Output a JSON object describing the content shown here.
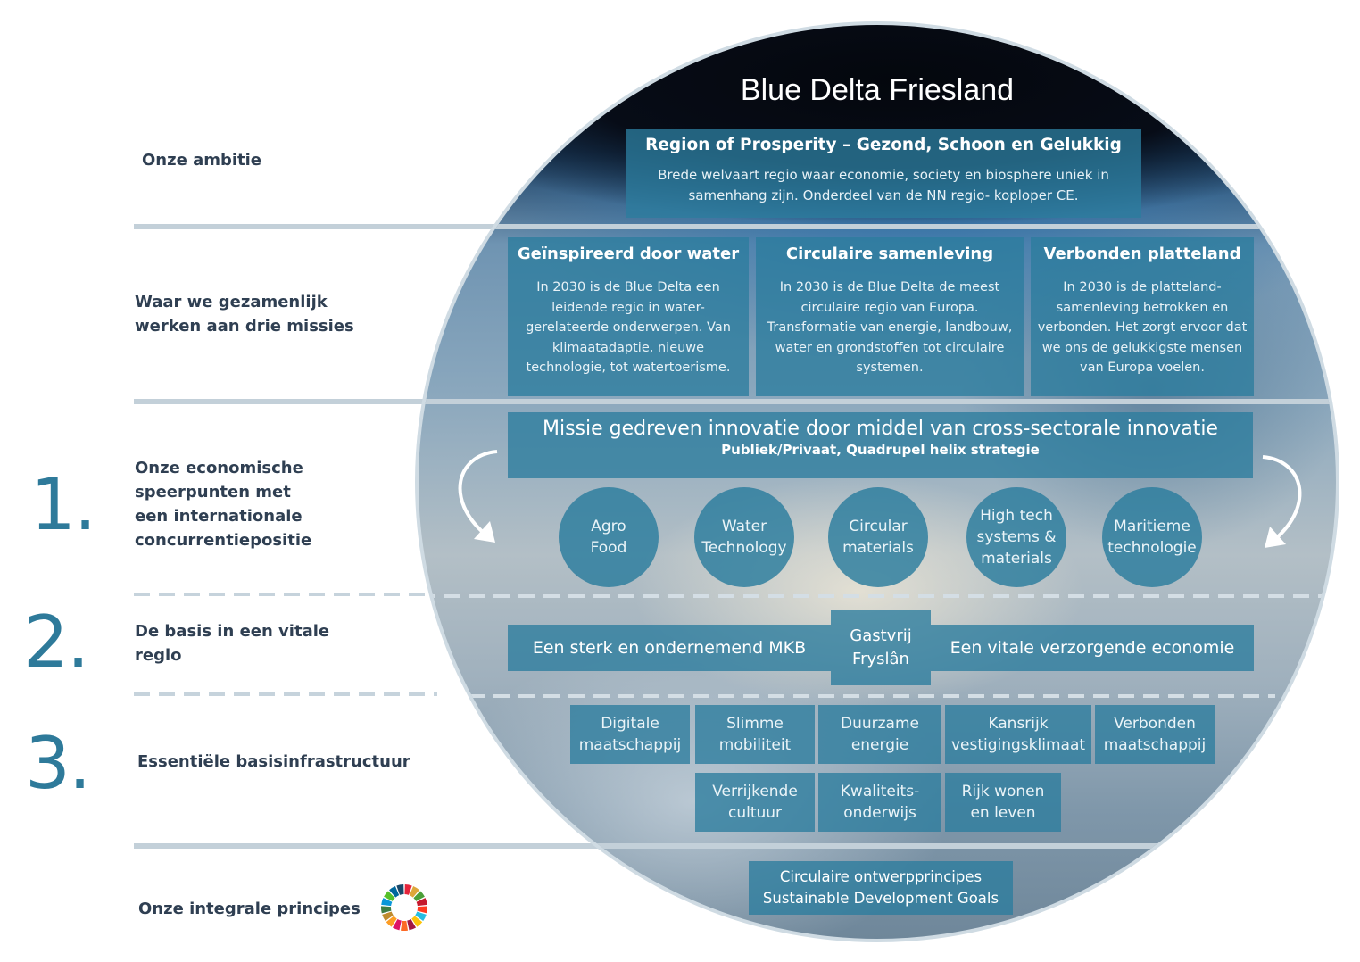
{
  "title": "Blue Delta Friesland",
  "rows": [
    {
      "number": "",
      "label": "Onze ambitie"
    },
    {
      "number": "",
      "label": "Waar we gezamenlijk\nwerken aan drie missies"
    },
    {
      "number": "1.",
      "label": "Onze economische\nspeerpunten met\neen internationale\nconcurrentiepositie"
    },
    {
      "number": "2.",
      "label": "De basis in een vitale\nregio"
    },
    {
      "number": "3.",
      "label": "Essentiële basisinfrastructuur"
    },
    {
      "number": "",
      "label": "Onze integrale principes"
    }
  ],
  "ambition": {
    "title": "Region of Prosperity – Gezond, Schoon en Gelukkig",
    "text": "Brede welvaart regio waar economie, society en biosphere uniek in samenhang zijn. Onderdeel van de NN regio- koploper CE."
  },
  "missions": [
    {
      "title": "Geïnspireerd door water",
      "text": "In 2030 is de Blue Delta een leidende regio in water-gerelateerde onderwerpen. Van klimaatadaptie, nieuwe technologie, tot watertoerisme."
    },
    {
      "title": "Circulaire samenleving",
      "text": "In 2030 is de Blue Delta de meest circulaire regio van Europa. Transformatie van energie, landbouw, water en grondstoffen tot circulaire systemen."
    },
    {
      "title": "Verbonden platteland",
      "text": "In 2030 is de platteland-samenleving betrokken en verbonden. Het zorgt ervoor dat we ons de gelukkigste mensen van Europa voelen."
    }
  ],
  "innovation": {
    "title": "Missie gedreven innovatie door middel van cross-sectorale innovatie",
    "subtitle": "Publiek/Privaat, Quadrupel helix strategie"
  },
  "spearheads": [
    "Agro\nFood",
    "Water\nTechnology",
    "Circular\nmaterials",
    "High tech\nsystems &\nmaterials",
    "Maritieme\ntechnologie"
  ],
  "basis": {
    "left": "Een sterk en ondernemend MKB",
    "center": "Gastvrij\nFryslân",
    "right": "Een vitale verzorgende economie"
  },
  "infrastructure": [
    "Digitale\nmaatschappij",
    "Slimme\nmobiliteit",
    "Duurzame\nenergie",
    "Kansrijk\nvestigingsklimaat",
    "Verbonden\nmaatschappij",
    "Verrijkende\ncultuur",
    "Kwaliteits-\nonderwijs",
    "Rijk wonen\nen leven"
  ],
  "principles": {
    "line1": "Circulaire ontwerpprincipes",
    "line2": "Sustainable Development Goals"
  },
  "icons": {
    "sdg": "sdg-color-wheel-icon",
    "cycle_left": "curved-arrow-left-icon",
    "cycle_right": "curved-arrow-right-icon"
  },
  "colors": {
    "panel": "#2b7c9e",
    "number": "#2e7a9a",
    "label": "#2f3f52",
    "separator": "#c3d0d9"
  }
}
